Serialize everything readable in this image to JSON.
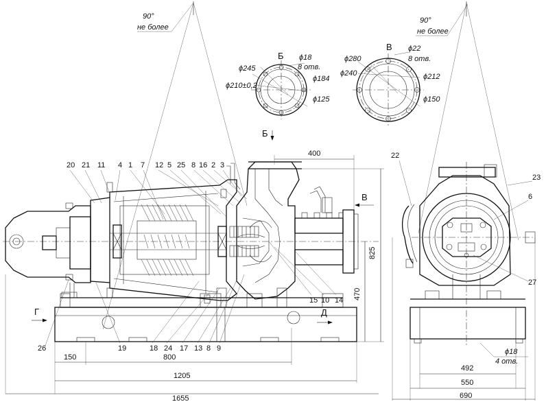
{
  "angle_notes": {
    "left": {
      "line1": "90°",
      "line2": "не более"
    },
    "right": {
      "line1": "90°",
      "line2": "не более"
    }
  },
  "flange_b": {
    "letter": "Б",
    "d_outer": "ϕ245",
    "d_bolt": "ϕ210±0,2",
    "holes": "ϕ18",
    "holes_count": "8 отв.",
    "d_184": "ϕ184",
    "d_125": "ϕ125"
  },
  "flange_v": {
    "letter": "В",
    "d_outer": "ϕ280",
    "d_bolt": "ϕ240",
    "holes": "ϕ22",
    "holes_count": "8 отв.",
    "d_212": "ϕ212",
    "d_150": "ϕ150"
  },
  "view_arrows": {
    "b": "Б",
    "v": "В",
    "g": "Г",
    "d": "Д"
  },
  "part_numbers_top": [
    "20",
    "21",
    "11",
    "4",
    "1",
    "7",
    "12",
    "5",
    "25",
    "8",
    "16",
    "2",
    "3"
  ],
  "part_numbers_bottom": [
    "26",
    "19",
    "18",
    "24",
    "17",
    "13",
    "8",
    "9",
    "15",
    "10",
    "14"
  ],
  "part_numbers_end": [
    "22",
    "23",
    "6",
    "27"
  ],
  "dimensions_front": {
    "d400": "400",
    "d825": "825",
    "d470": "470",
    "d150": "150",
    "d800": "800",
    "d1205": "1205",
    "d1655": "1655"
  },
  "dimensions_end": {
    "holes": "ϕ18",
    "holes_count": "4 отв.",
    "d492": "492",
    "d550": "550",
    "d690": "690"
  }
}
